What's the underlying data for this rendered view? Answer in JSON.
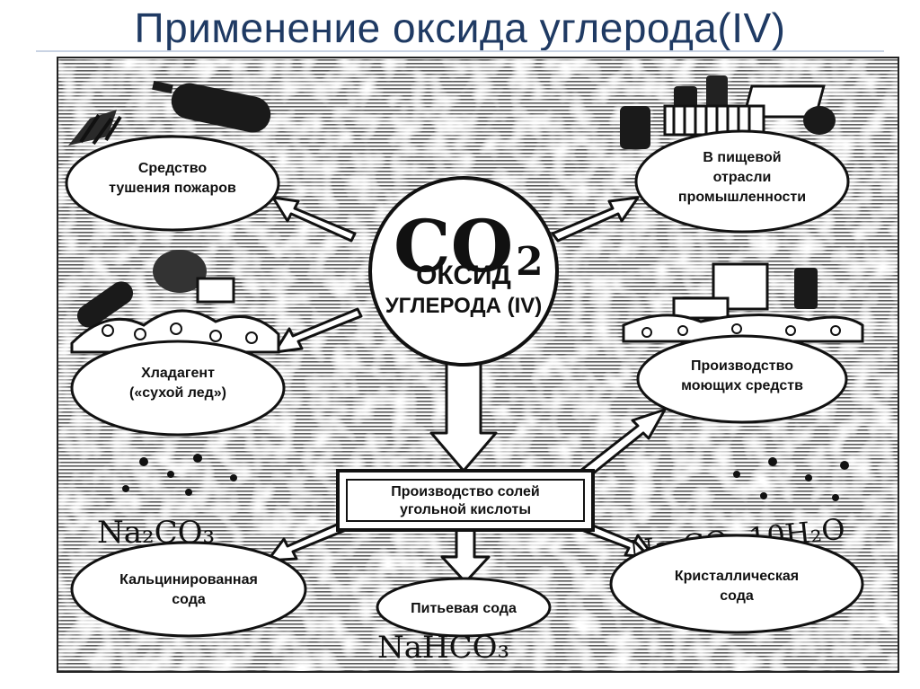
{
  "title": "Применение оксида углерода(IV)",
  "center": {
    "formula": "CO",
    "subscript": "2",
    "line1": "ОКСИД",
    "line2": "УГЛЕРОДА (IV)"
  },
  "nodes": {
    "fire": [
      "Средство",
      "тушения пожаров"
    ],
    "food": [
      "В пищевой",
      "отрасли",
      "промышленности"
    ],
    "coolant": [
      "Хладагент",
      "(«сухой лед»)"
    ],
    "detergent": [
      "Производство",
      "моющих средств"
    ],
    "salts": [
      "Производство солей",
      "угольной кислоты"
    ],
    "calcined": [
      "Кальцинированная",
      "сода"
    ],
    "drinking": [
      "Питьевая сода"
    ],
    "crystal": [
      "Кристаллическая",
      "сода"
    ]
  },
  "formulas": {
    "na2co3": "Na₂CO₃",
    "crystal_soda": "Na₂CO₃·10H₂O",
    "nahco3": "NaHCO₃"
  }
}
